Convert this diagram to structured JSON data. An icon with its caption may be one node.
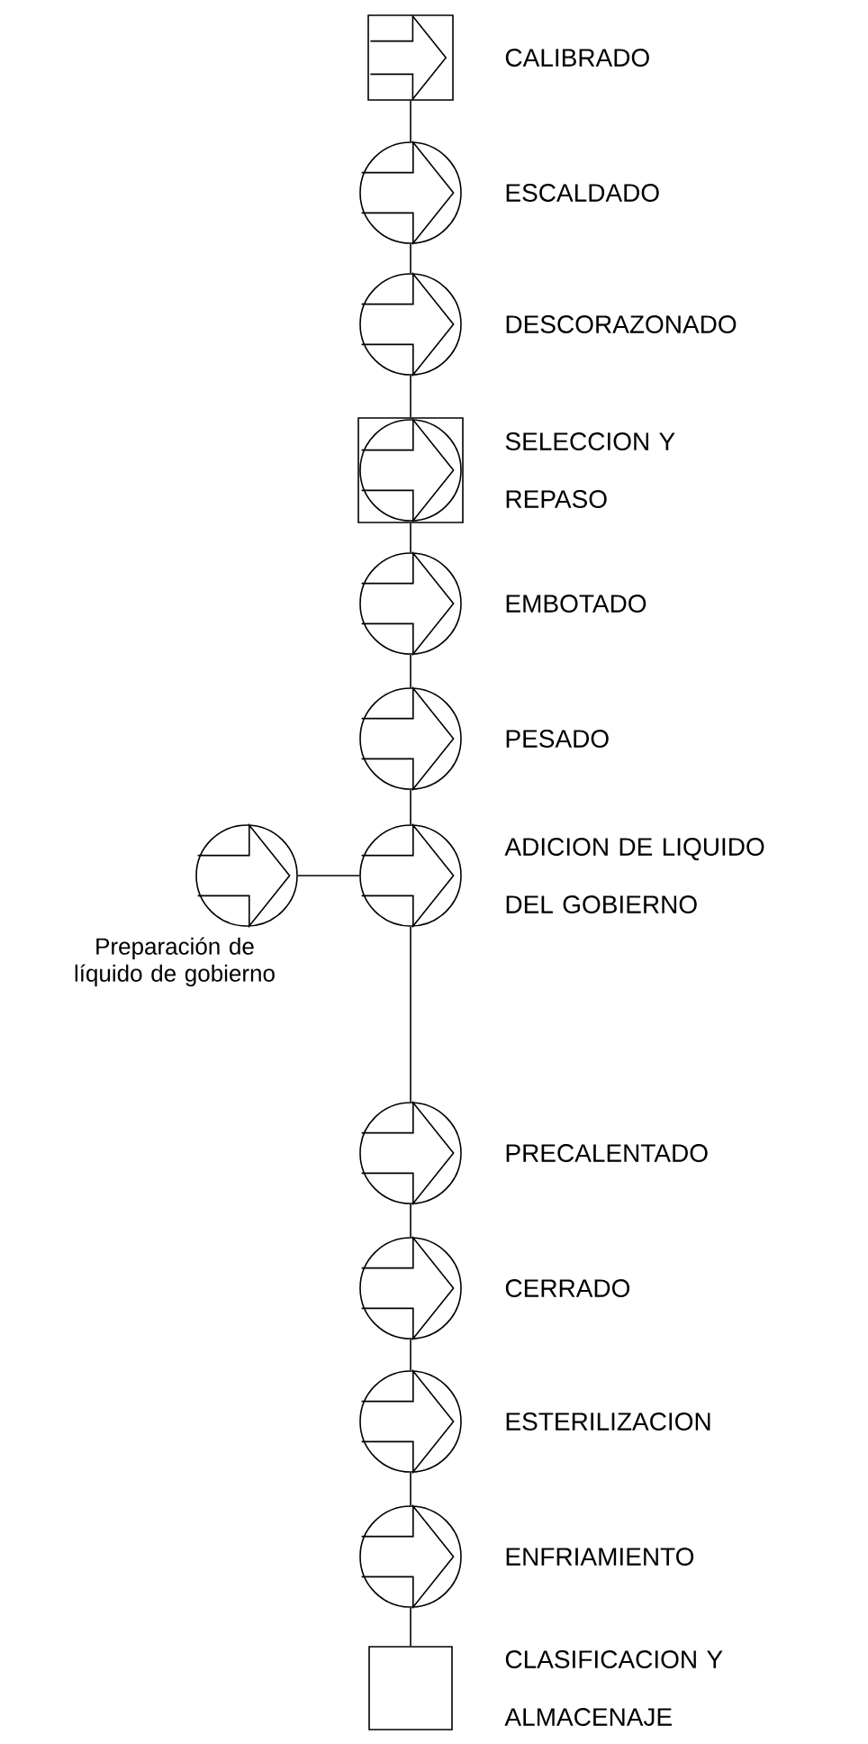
{
  "diagram": {
    "nodes": [
      {
        "text": [],
        "shape": "square",
        "beside": [
          "CALIBRADO"
        ]
      },
      {
        "text": [],
        "shape": "circle",
        "beside": [
          "ESCALDADO"
        ]
      },
      {
        "text": [],
        "shape": "circle",
        "beside": [
          "DESCORAZONADO"
        ]
      },
      {
        "text": [],
        "shape": "combined",
        "beside": [
          "SELECCION Y REPASO"
        ]
      },
      {
        "text": [],
        "shape": "circle",
        "beside": [
          "EMBOTADO"
        ]
      },
      {
        "text": [],
        "shape": "circle",
        "beside": [
          "PESADO"
        ]
      },
      {
        "text": [],
        "shape": "circle",
        "beside": [
          "ADICION DE LIQUIDO DEL GOBIERNO"
        ]
      },
      {
        "text": [],
        "shape": "circle",
        "beside": [
          "Preparación de líquido de gobierno"
        ]
      },
      {
        "text": [],
        "shape": "circle",
        "beside": [
          "PRECALENTADO"
        ]
      },
      {
        "text": [],
        "shape": "circle",
        "beside": [
          "CERRADO"
        ]
      },
      {
        "text": [],
        "shape": "circle",
        "beside": [
          "ESTERILIZACION"
        ]
      },
      {
        "text": [],
        "shape": "circle",
        "beside": [
          "ENFRIAMIENTO"
        ]
      },
      {
        "text": [],
        "shape": "box",
        "beside": [
          "CLASIFICACION Y ALMACENAJE"
        ]
      }
    ],
    "edges": [
      {
        "from": 0,
        "to": 1,
        "arrow": "none"
      },
      {
        "from": 1,
        "to": 2,
        "arrow": "none"
      },
      {
        "from": 2,
        "to": 3,
        "arrow": "none"
      },
      {
        "from": 3,
        "to": 4,
        "arrow": "none"
      },
      {
        "from": 4,
        "to": 5,
        "arrow": "none"
      },
      {
        "from": 5,
        "to": 6,
        "arrow": "none"
      },
      {
        "from": 7,
        "to": 6,
        "arrow": "none"
      },
      {
        "from": 6,
        "to": 8,
        "arrow": "none"
      },
      {
        "from": 8,
        "to": 9,
        "arrow": "none"
      },
      {
        "from": 9,
        "to": 10,
        "arrow": "none"
      },
      {
        "from": 10,
        "to": 11,
        "arrow": "none"
      },
      {
        "from": 11,
        "to": 12,
        "arrow": "none"
      }
    ]
  }
}
